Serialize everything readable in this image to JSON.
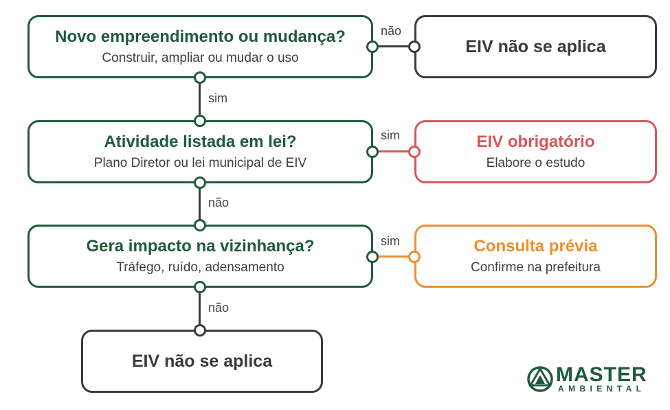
{
  "nodes": {
    "q1": {
      "title": "Novo empreendimento ou mudança?",
      "subtitle": "Construir, ampliar ou mudar o uso"
    },
    "q2": {
      "title": "Atividade listada em lei?",
      "subtitle": "Plano Diretor ou lei municipal de EIV"
    },
    "q3": {
      "title": "Gera impacto na vizinhança?",
      "subtitle": "Tráfego, ruído, adensamento"
    },
    "r1": {
      "title": "EIV não se aplica"
    },
    "r2": {
      "title": "EIV obrigatório",
      "subtitle": "Elabore o estudo"
    },
    "r3": {
      "title": "Consulta prévia",
      "subtitle": "Confirme na prefeitura"
    },
    "r4": {
      "title": "EIV não se aplica"
    }
  },
  "edges": {
    "q1_r1": "não",
    "q1_q2": "sim",
    "q2_r2": "sim",
    "q2_q3": "não",
    "q3_r3": "sim",
    "q3_r4": "não"
  },
  "logo": {
    "word1": "MASTER",
    "word2": "AMBIENTAL"
  },
  "colors": {
    "green": "#1f5a3c",
    "dark": "#3a3a3a",
    "red": "#d95559",
    "orange": "#ee8e2f"
  }
}
